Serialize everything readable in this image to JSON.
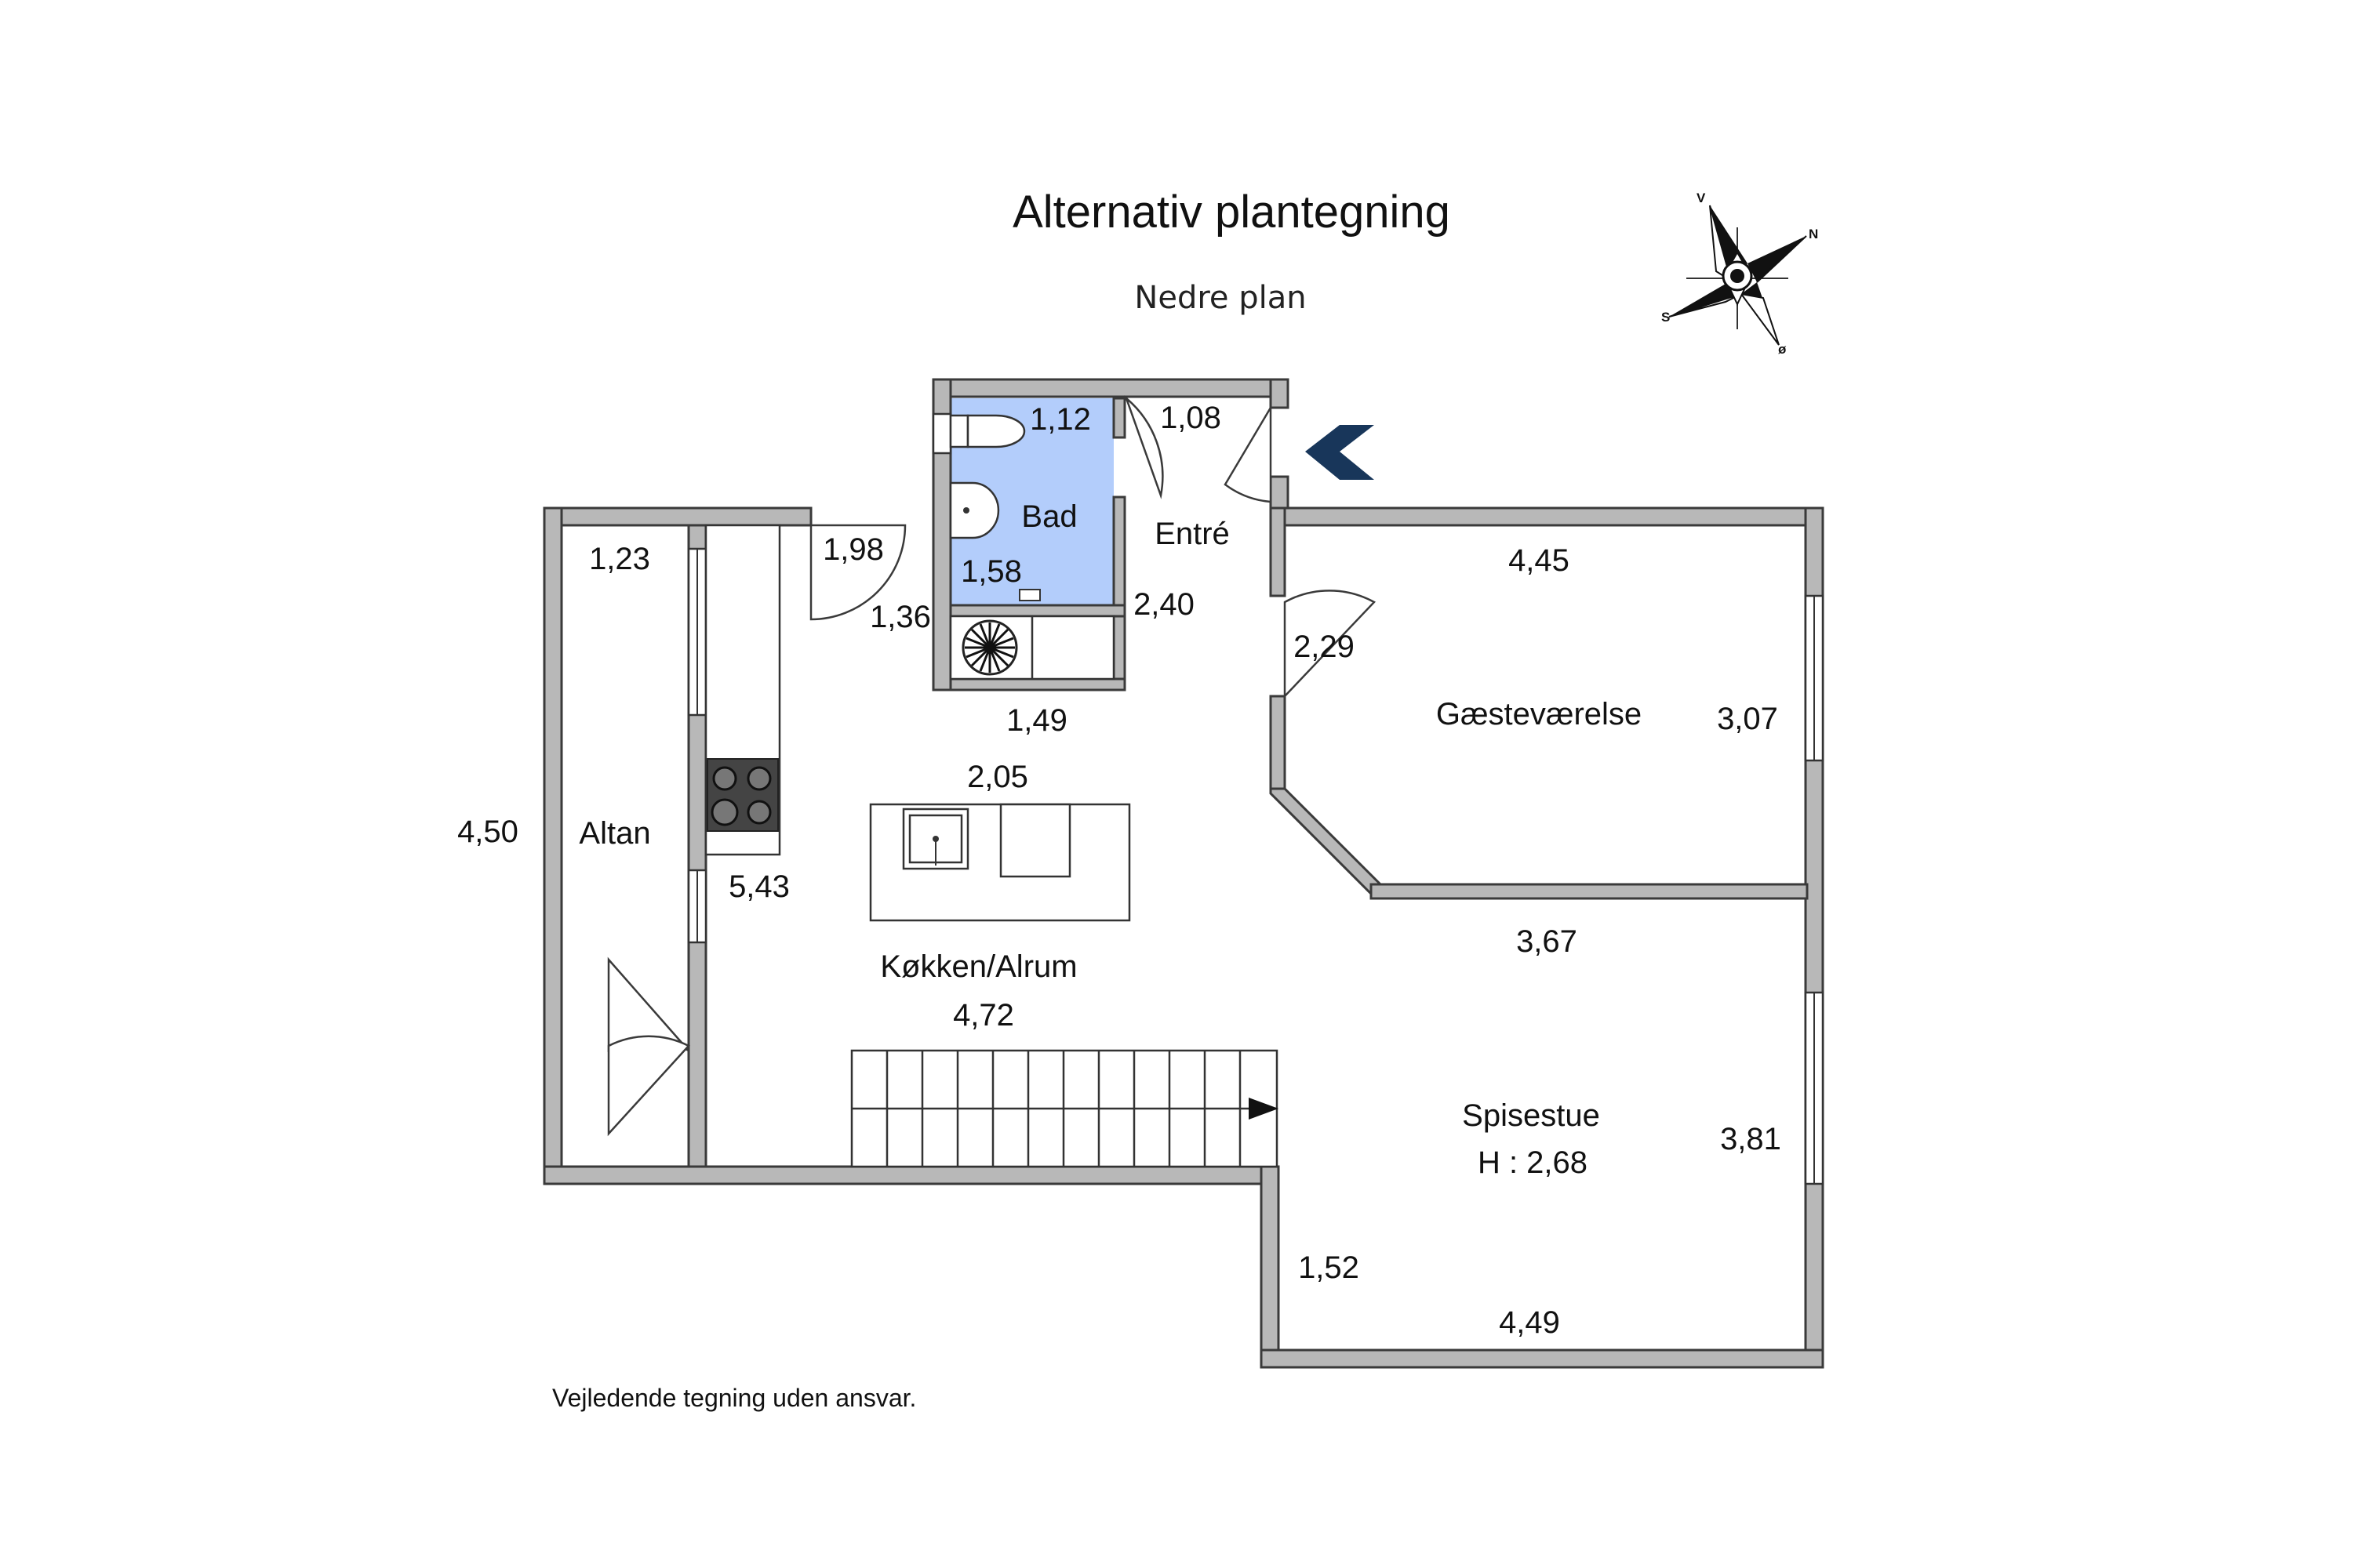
{
  "header": {
    "title": "Alternativ plantegning",
    "subtitle": "Nedre plan"
  },
  "compass": {
    "north": "N",
    "south": "S",
    "east": "ø",
    "west": "V"
  },
  "rooms": {
    "bad": "Bad",
    "entre": "Entré",
    "gaestevaerelse": "Gæsteværelse",
    "altan": "Altan",
    "koekken": "Køkken/Alrum",
    "spisestue": "Spisestue",
    "spisestue_height": "H : 2,68"
  },
  "dimensions": {
    "bad_top": "1,12",
    "bad_left": "1,58",
    "entre_top": "1,08",
    "entre_right": "2,40",
    "closet": "1,98",
    "hall_left": "1,36",
    "hall_bottom": "1,49",
    "gaest_top": "4,45",
    "gaest_left": "2,29",
    "gaest_right": "3,07",
    "gaest_bottom": "3,67",
    "altan_top": "1,23",
    "altan_left": "4,50",
    "island": "2,05",
    "kitchen_wall": "5,43",
    "koekken_bottom": "4,72",
    "spise_right": "3,81",
    "spise_left": "1,52",
    "spise_bottom": "4,49"
  },
  "footer": {
    "note": "Vejledende tegning uden ansvar."
  },
  "colors": {
    "bathroom": "#b3cdfb",
    "wall": "#b8b8b8",
    "entrance_arrow": "#18365a"
  },
  "icons": {
    "entrance": "chevron-left-icon",
    "compass": "compass-rose-icon"
  }
}
